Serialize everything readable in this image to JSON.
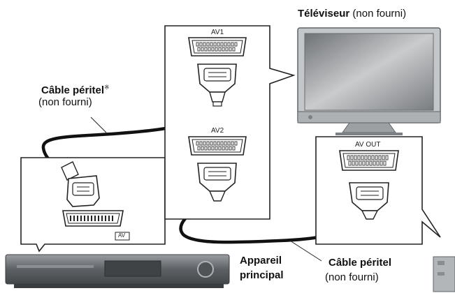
{
  "labels": {
    "tv_title": "Téléviseur",
    "tv_note": "(non fourni)",
    "cable1_title": "Câble péritel",
    "cable1_mark": "※",
    "cable1_note": "(non fourni)",
    "cable2_title": "Câble péritel",
    "cable2_note": "(non fourni)",
    "unit_title_line1": "Appareil",
    "unit_title_line2": "principal",
    "port_av1": "AV1",
    "port_av2": "AV2",
    "port_av_out": "AV OUT",
    "port_av": "AV"
  },
  "colors": {
    "cable": "#111111",
    "outline": "#222222",
    "tv_frame": "#b8bbbe",
    "tv_screen": "#8e9194",
    "unit_body": "#6b6f73"
  }
}
